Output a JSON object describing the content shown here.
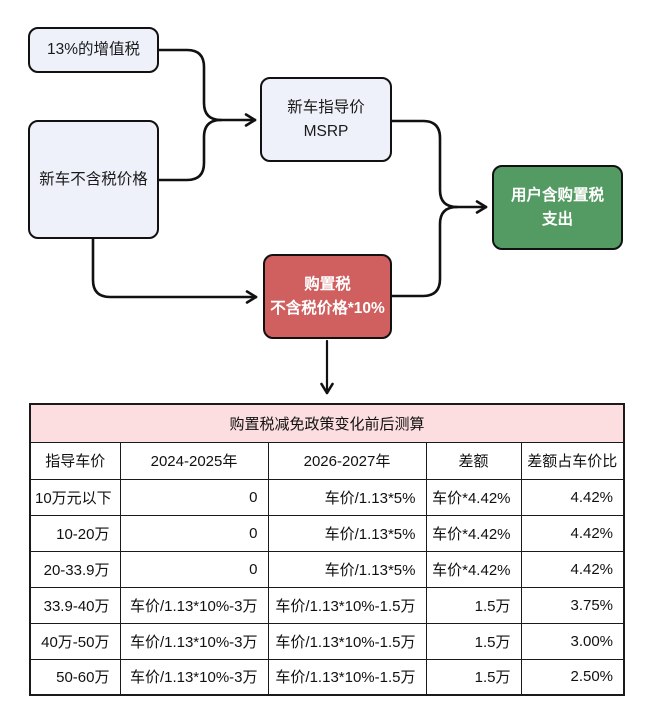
{
  "colors": {
    "node_bg": "#eef1f9",
    "tax_bg": "#d05f5f",
    "user_bg": "#549b63",
    "title_bg": "#fcdee0",
    "line": "#111111",
    "table_border": "#1a1a1a"
  },
  "flowchart": {
    "nodes": {
      "vat": {
        "label": "13%的增值税"
      },
      "pretax_price": {
        "label": "新车不含税价格"
      },
      "msrp": {
        "line1": "新车指导价",
        "line2": "MSRP"
      },
      "purchase_tax": {
        "line1": "购置税",
        "line2": "不含税价格*10%"
      },
      "user_cost": {
        "line1": "用户含购置税",
        "line2": "支出"
      }
    }
  },
  "table": {
    "title": "购置税减免政策变化前后测算",
    "headers": [
      "指导车价",
      "2024-2025年",
      "2026-2027年",
      "差额",
      "差额占车价比"
    ],
    "rows": [
      [
        "10万元以下",
        "0",
        "车价/1.13*5%",
        "车价*4.42%",
        "4.42%"
      ],
      [
        "10-20万",
        "0",
        "车价/1.13*5%",
        "车价*4.42%",
        "4.42%"
      ],
      [
        "20-33.9万",
        "0",
        "车价/1.13*5%",
        "车价*4.42%",
        "4.42%"
      ],
      [
        "33.9-40万",
        "车价/1.13*10%-3万",
        "车价/1.13*10%-1.5万",
        "1.5万",
        "3.75%"
      ],
      [
        "40万-50万",
        "车价/1.13*10%-3万",
        "车价/1.13*10%-1.5万",
        "1.5万",
        "3.00%"
      ],
      [
        "50-60万",
        "车价/1.13*10%-3万",
        "车价/1.13*10%-1.5万",
        "1.5万",
        "2.50%"
      ]
    ]
  }
}
